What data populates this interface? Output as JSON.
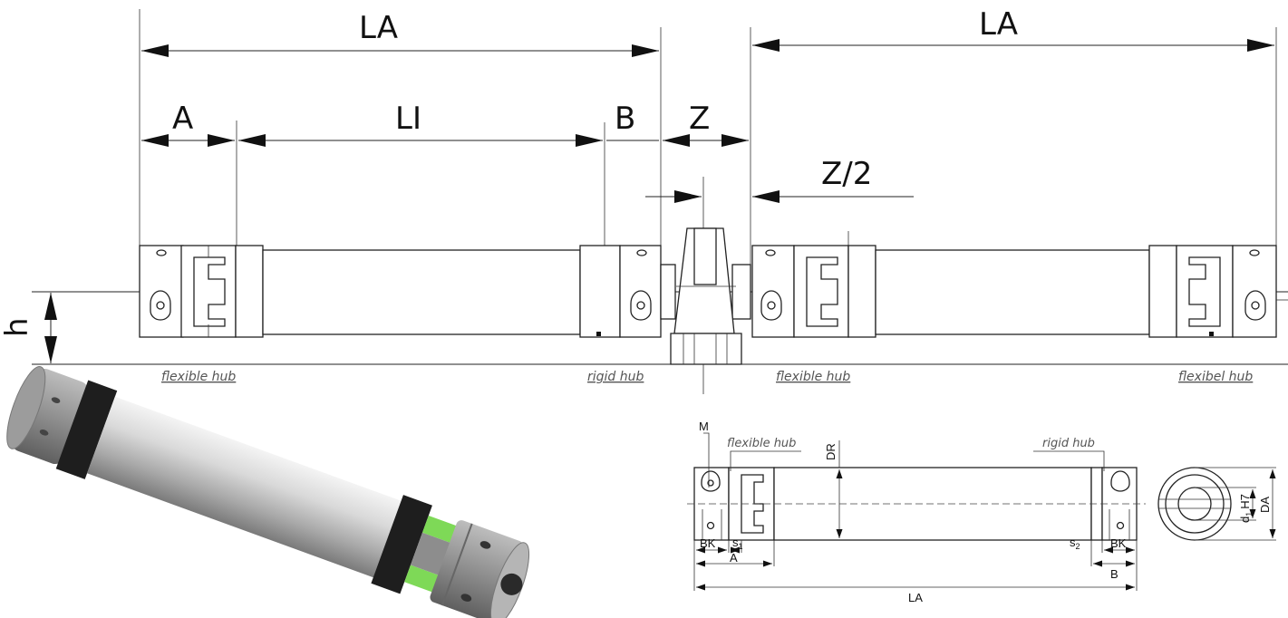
{
  "top_drawing": {
    "dims": {
      "la_left": "LA",
      "la_right": "LA",
      "a": "A",
      "li": "LI",
      "b": "B",
      "z": "Z",
      "z_half": "Z/2",
      "h": "h"
    },
    "hub_labels": {
      "flexible_left": "flexible hub",
      "rigid": "rigid hub",
      "flexible_right": "flexible hub",
      "flexibel_far": "flexibel hub"
    }
  },
  "detail_drawing": {
    "m": "M",
    "flexible_hub": "flexible hub",
    "rigid_hub": "rigid hub",
    "dr": "DR",
    "bk_left": "BK",
    "s1": "s",
    "s1_sub": "1",
    "a": "A",
    "s2": "s",
    "s2_sub": "2",
    "bk_right": "BK",
    "b": "B",
    "la": "LA",
    "d1": "d",
    "d1_sub": "1",
    "h7": "H7",
    "da": "DA"
  },
  "photo": {
    "colors": {
      "metal_light": "#e6e6e6",
      "metal_dark": "#8a8a8a",
      "band": "#1e1e1e",
      "spider": "#7ed957"
    }
  }
}
